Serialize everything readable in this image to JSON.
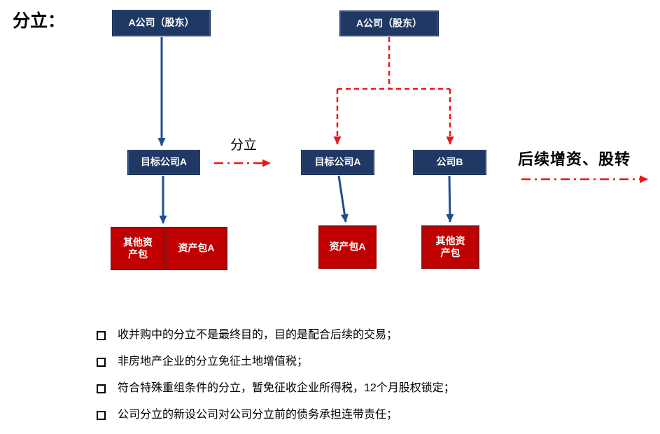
{
  "title": "分立：",
  "diagram": {
    "before": {
      "parent": "A公司（股东）",
      "target": "目标公司A",
      "asset_other": "其他资\n产包",
      "asset_a": "资产包A"
    },
    "transition_label": "分立",
    "after": {
      "parent": "A公司（股东）",
      "target": "目标公司A",
      "company_b": "公司B",
      "asset_a": "资产包A",
      "asset_other": "其他资\n产包"
    },
    "followup_label": "后续增资、股转"
  },
  "bullets": [
    "收并购中的分立不是最终目的，目的是配合后续的交易；",
    "非房地产企业的分立免征土地增值税；",
    "符合特殊重组条件的分立，暂免征收企业所得税，12个月股权锁定；",
    "公司分立的新设公司对公司分立前的债务承担连带责任；"
  ],
  "colors": {
    "box_navy": "#1f3864",
    "box_red": "#c00000",
    "arrow_blue": "#1f4e8f",
    "arrow_red": "#ed1515"
  }
}
